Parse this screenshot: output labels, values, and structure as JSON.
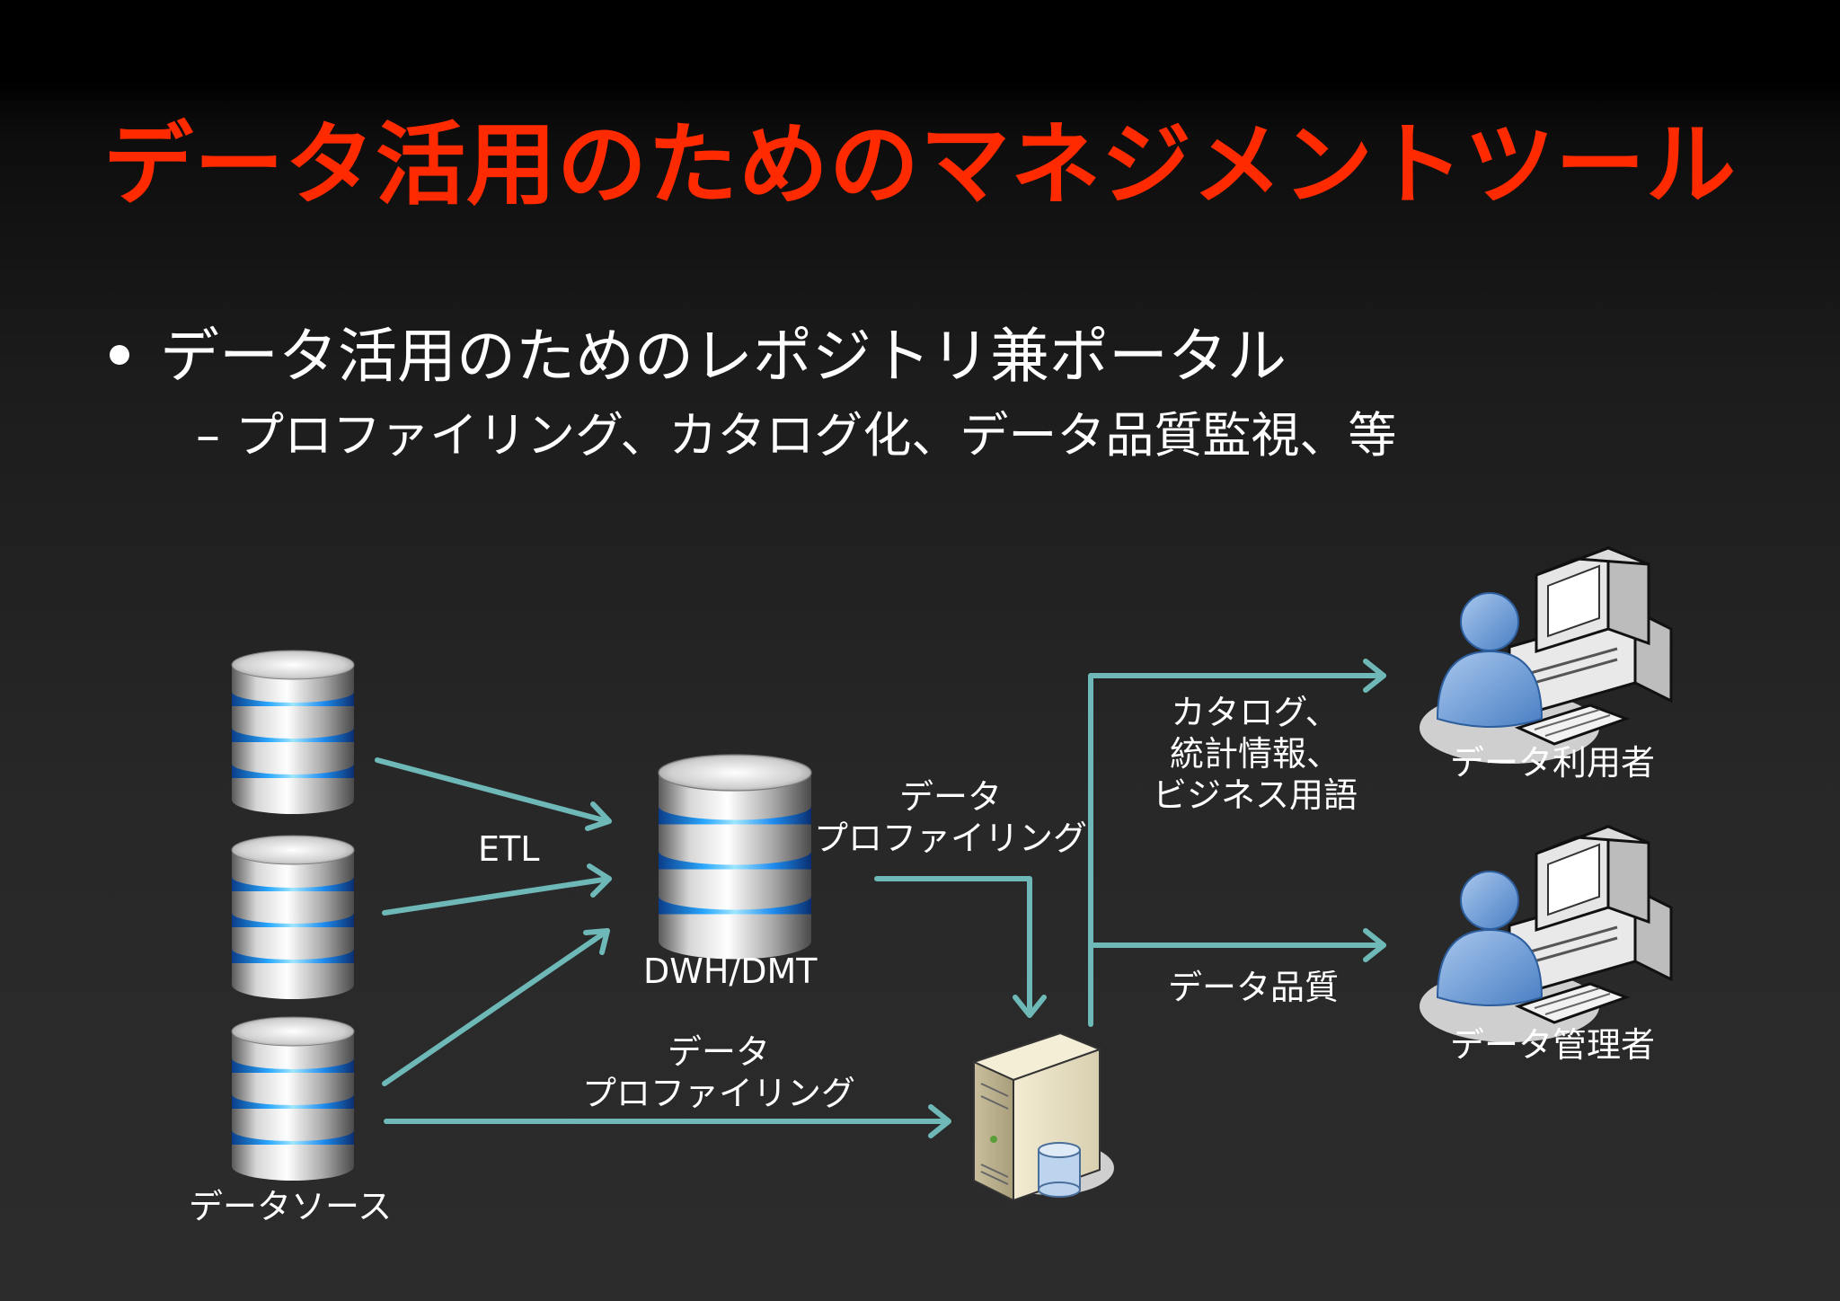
{
  "slide": {
    "title": "データ活用のためのマネジメントツール",
    "bullet": "データ活用のためのレポジトリ兼ポータル",
    "sub_bullet_dash": "–",
    "sub_bullet": "プロファイリング、カタログ化、データ品質監視、等"
  },
  "diagram": {
    "etl_label": "ETL",
    "dwh_label": "DWH/DMT",
    "source_label": "データソース",
    "profiling_upper": [
      "データ",
      "プロファイリング"
    ],
    "profiling_lower": [
      "データ",
      "プロファイリング"
    ],
    "catalog_label": [
      "カタログ、",
      "統計情報、",
      "ビジネス用語"
    ],
    "quality_label": "データ品質",
    "user_label": "データ利用者",
    "admin_label": "データ管理者",
    "icons": [
      "database-icon",
      "server-icon",
      "user-workstation-icon"
    ],
    "arrow_color": "#6fb8b8",
    "title_color": "#ff2a00"
  }
}
